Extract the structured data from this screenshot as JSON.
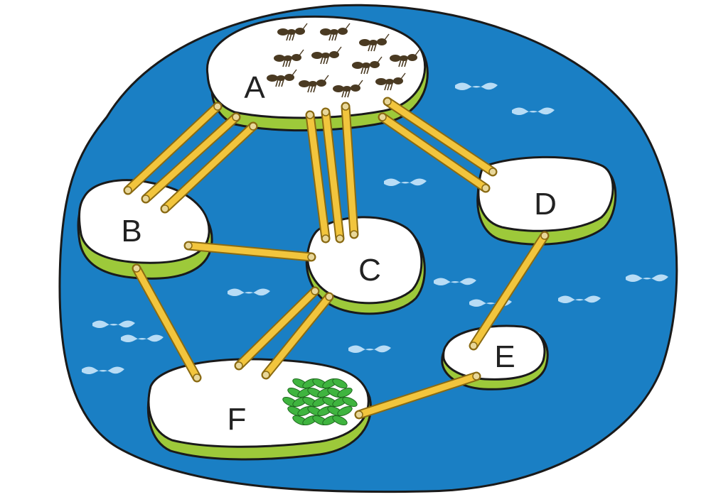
{
  "diagram": {
    "type": "graph",
    "colors": {
      "water": "#1a7fc4",
      "water_edge": "#1a1a1a",
      "island": "#ffffff",
      "island_shadow": "#9dc93a",
      "bridge": "#f2c53d",
      "bridge_edge": "#8a6a12",
      "ant": "#4a3a22",
      "leaves": "#3fb43f",
      "wave": "#b8dcf5"
    },
    "nodes": [
      {
        "id": "A",
        "label": "A",
        "icon": "ant-colony-icon"
      },
      {
        "id": "B",
        "label": "B"
      },
      {
        "id": "C",
        "label": "C"
      },
      {
        "id": "D",
        "label": "D"
      },
      {
        "id": "E",
        "label": "E"
      },
      {
        "id": "F",
        "label": "F",
        "icon": "leaf-pile-icon"
      }
    ],
    "edges": [
      {
        "from": "A",
        "to": "B",
        "bridges": 3
      },
      {
        "from": "A",
        "to": "C",
        "bridges": 3
      },
      {
        "from": "A",
        "to": "D",
        "bridges": 2
      },
      {
        "from": "B",
        "to": "C",
        "bridges": 1
      },
      {
        "from": "B",
        "to": "F",
        "bridges": 1
      },
      {
        "from": "C",
        "to": "F",
        "bridges": 2
      },
      {
        "from": "D",
        "to": "E",
        "bridges": 1
      },
      {
        "from": "E",
        "to": "F",
        "bridges": 1
      }
    ]
  }
}
